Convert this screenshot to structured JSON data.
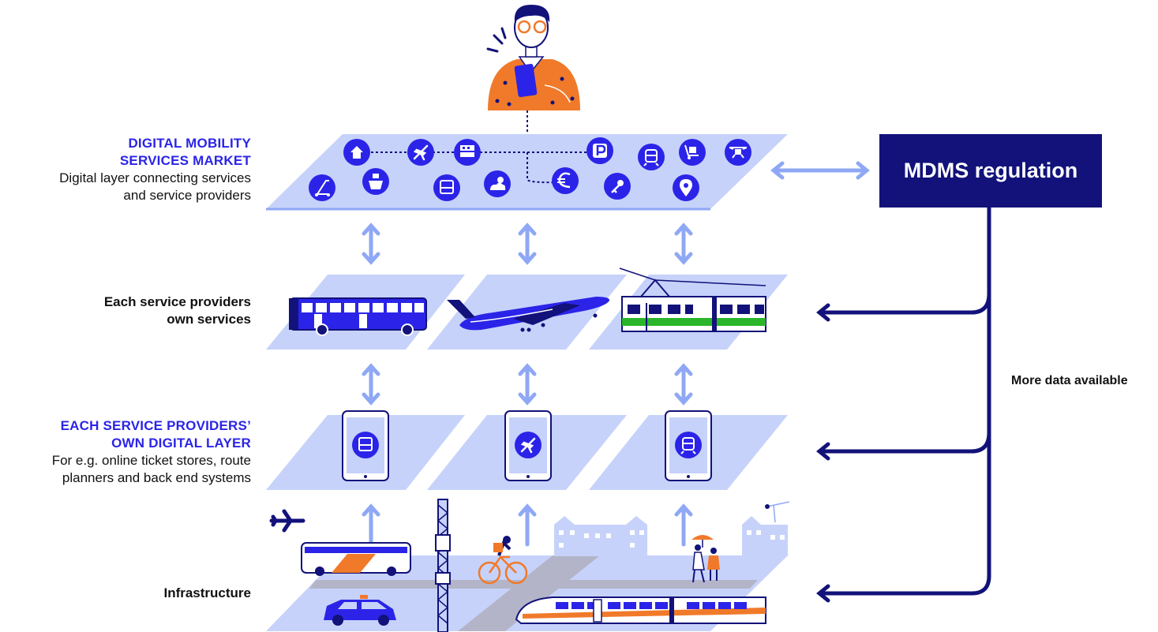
{
  "layers": {
    "market": {
      "title_line1": "DIGITAL MOBILITY",
      "title_line2": "SERVICES MARKET",
      "desc_line1": "Digital layer connecting services",
      "desc_line2": "and service providers",
      "icons": [
        "scooter-icon",
        "home-icon",
        "ferry-icon",
        "plane-icon",
        "bus-icon",
        "taxi-icon",
        "weather-icon",
        "euro-icon",
        "parking-icon",
        "key-icon",
        "train-icon",
        "delivery-icon",
        "location-pin-icon",
        "drone-icon"
      ]
    },
    "services": {
      "line1": "Each service providers",
      "line2": "own services",
      "vehicles": [
        "bus",
        "airplane",
        "tram"
      ]
    },
    "digital": {
      "title_line1": "EACH SERVICE PROVIDERS’",
      "title_line2": "OWN DIGITAL LAYER",
      "desc_line1": "For e.g. online ticket stores, route",
      "desc_line2": "planners and back end systems",
      "tablet_icons": [
        "bus-icon",
        "plane-icon",
        "train-icon"
      ]
    },
    "infrastructure": {
      "label": "Infrastructure"
    }
  },
  "regulation": {
    "label": "MDMS regulation",
    "more_data": "More data available"
  },
  "colors": {
    "plane_fill": "#c6d2fa",
    "accent_blue": "#2b24e8",
    "navy": "#12127a",
    "arrow_light": "#8fa8f5",
    "orange": "#f07a2a",
    "green": "#2ab52a"
  }
}
